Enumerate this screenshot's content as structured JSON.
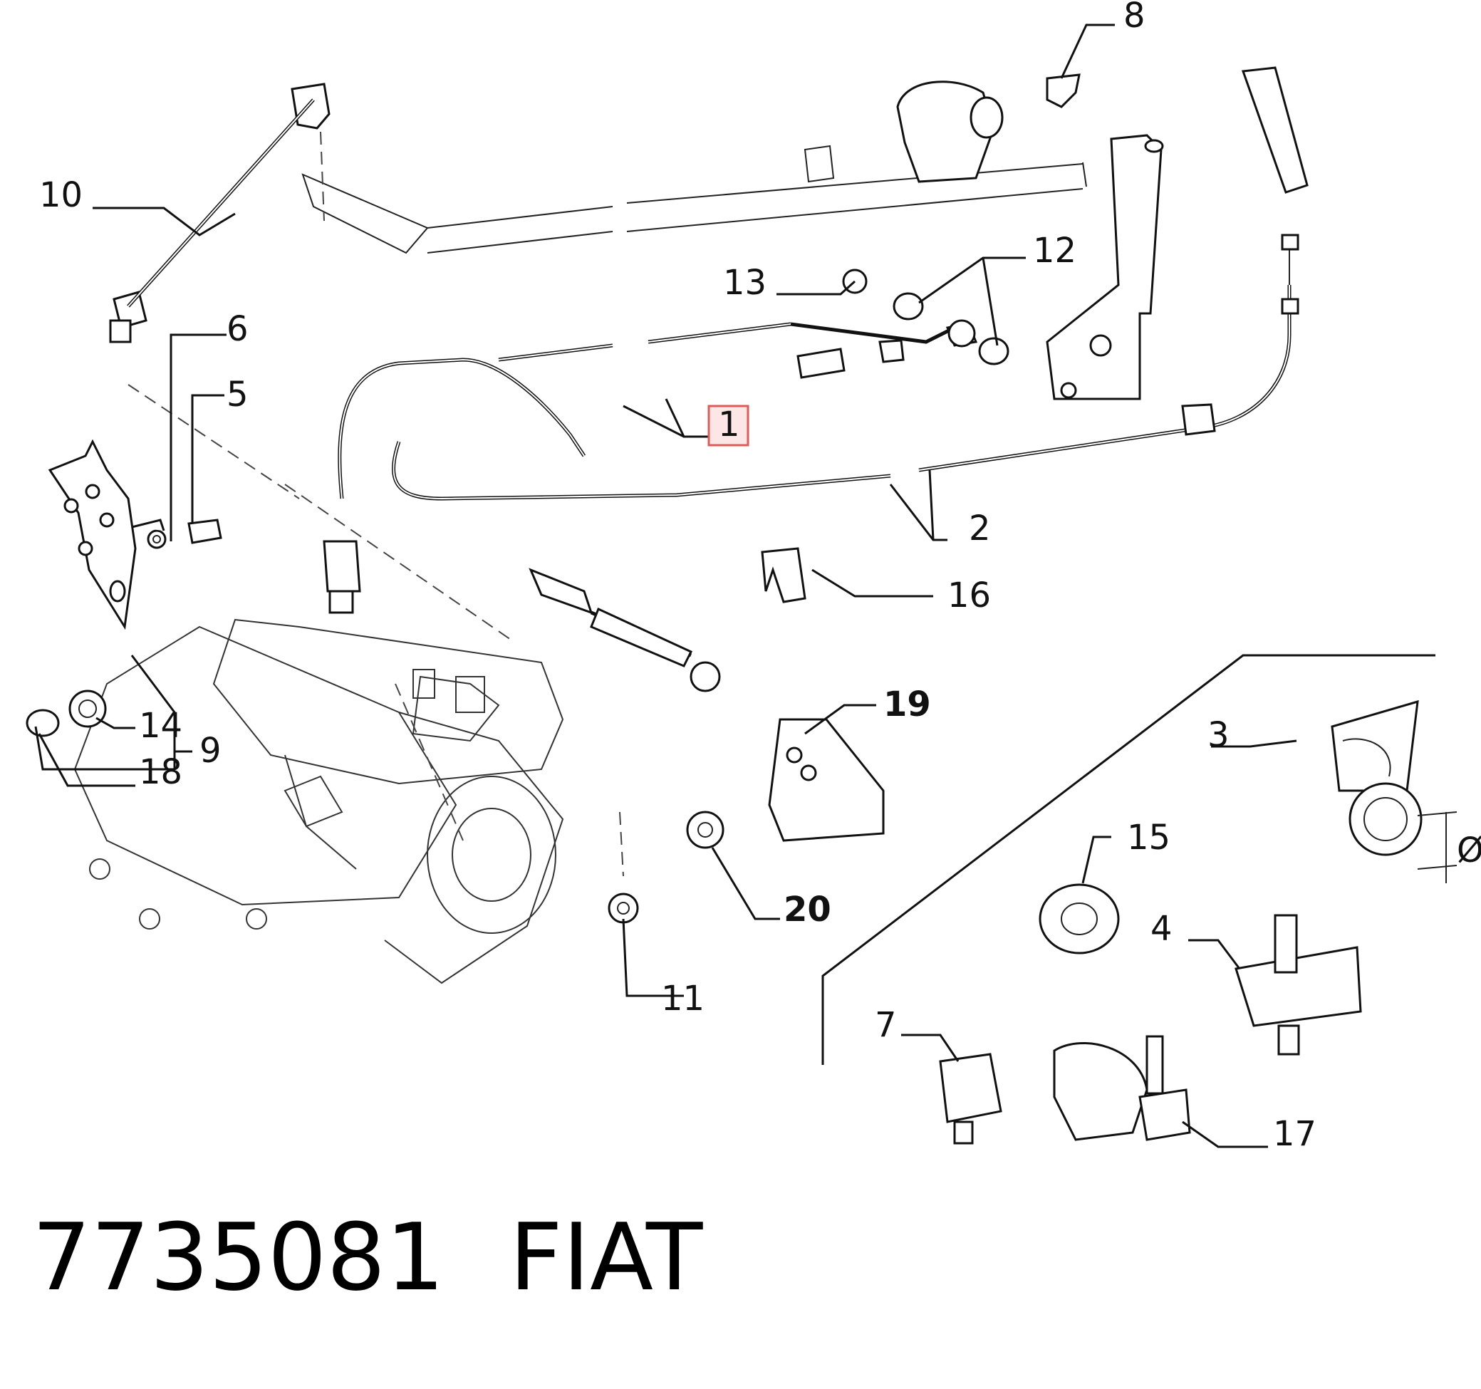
{
  "diagram": {
    "callouts": [
      {
        "id": "1",
        "text": "1",
        "highlighted": true
      },
      {
        "id": "2",
        "text": "2"
      },
      {
        "id": "3",
        "text": "3"
      },
      {
        "id": "4",
        "text": "4"
      },
      {
        "id": "5",
        "text": "5"
      },
      {
        "id": "6",
        "text": "6"
      },
      {
        "id": "7",
        "text": "7"
      },
      {
        "id": "8",
        "text": "8"
      },
      {
        "id": "9",
        "text": "9"
      },
      {
        "id": "10",
        "text": "10"
      },
      {
        "id": "11",
        "text": "11"
      },
      {
        "id": "12",
        "text": "12"
      },
      {
        "id": "13",
        "text": "13"
      },
      {
        "id": "14",
        "text": "14"
      },
      {
        "id": "15",
        "text": "15"
      },
      {
        "id": "16",
        "text": "16"
      },
      {
        "id": "17",
        "text": "17"
      },
      {
        "id": "18",
        "text": "18"
      },
      {
        "id": "19",
        "text": "19",
        "bold": true
      },
      {
        "id": "20",
        "text": "20",
        "bold": true
      }
    ],
    "diameter_symbol": "Ø",
    "highlight_color": "#e05a5a"
  },
  "footer": {
    "part_number": "7735081",
    "brand": "FIAT"
  }
}
